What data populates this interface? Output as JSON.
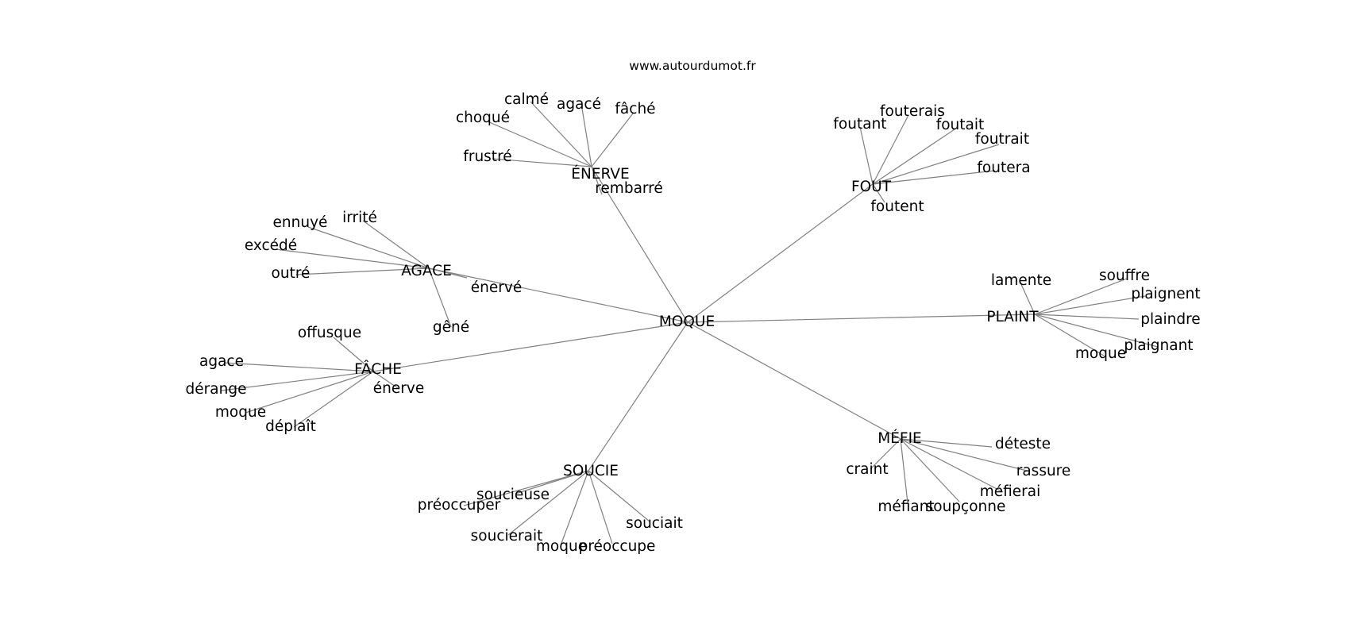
{
  "source_label": "www.autourdumot.fr",
  "graph": {
    "center": "MOQUE",
    "clusters": [
      {
        "hub": "ÉNERVE",
        "words": [
          "calmé",
          "agacé",
          "fâché",
          "choqué",
          "frustré",
          "rembarré"
        ]
      },
      {
        "hub": "FOUT",
        "words": [
          "fouterais",
          "foutant",
          "foutait",
          "foutrait",
          "foutera",
          "foutent"
        ]
      },
      {
        "hub": "AGACE",
        "words": [
          "irrité",
          "ennuyé",
          "excédé",
          "outré",
          "énervé",
          "gêné"
        ]
      },
      {
        "hub": "PLAINT",
        "words": [
          "lamente",
          "souffre",
          "plaignent",
          "plaindre",
          "plaignant",
          "moque"
        ]
      },
      {
        "hub": "FÂCHE",
        "words": [
          "offusque",
          "agace",
          "dérange",
          "moque",
          "déplaît",
          "énerve"
        ]
      },
      {
        "hub": "MÉFIE",
        "words": [
          "déteste",
          "rassure",
          "méfierai",
          "soupçonne",
          "méfiant",
          "craint"
        ]
      },
      {
        "hub": "SOUCIE",
        "words": [
          "soucieuse",
          "préoccuper",
          "soucierait",
          "moque",
          "préoccupe",
          "souciait"
        ]
      }
    ]
  }
}
